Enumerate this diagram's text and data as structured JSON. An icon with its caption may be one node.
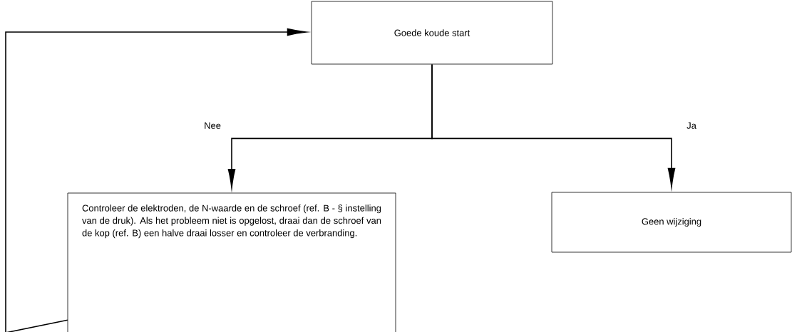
{
  "diagram": {
    "nodes": [
      {
        "text": [
          "Goede koude start"
        ]
      },
      {
        "text": [
          "Controleer de elektroden, de N-waarde en de schroef (ref. B - § instelling van de druk). Als het probleem niet is opgelost, draai dan de schroef van de kop (ref. B) een halve draai losser en controleer de verbranding."
        ]
      },
      {
        "text": [
          "Geen wijziging"
        ]
      }
    ],
    "edges": [
      {
        "from": 0,
        "to": 1,
        "arrow": "to",
        "label": "Nee"
      },
      {
        "from": 0,
        "to": 2,
        "arrow": "to",
        "label": "Ja"
      },
      {
        "from": 1,
        "to": 0,
        "arrow": "to"
      }
    ]
  }
}
